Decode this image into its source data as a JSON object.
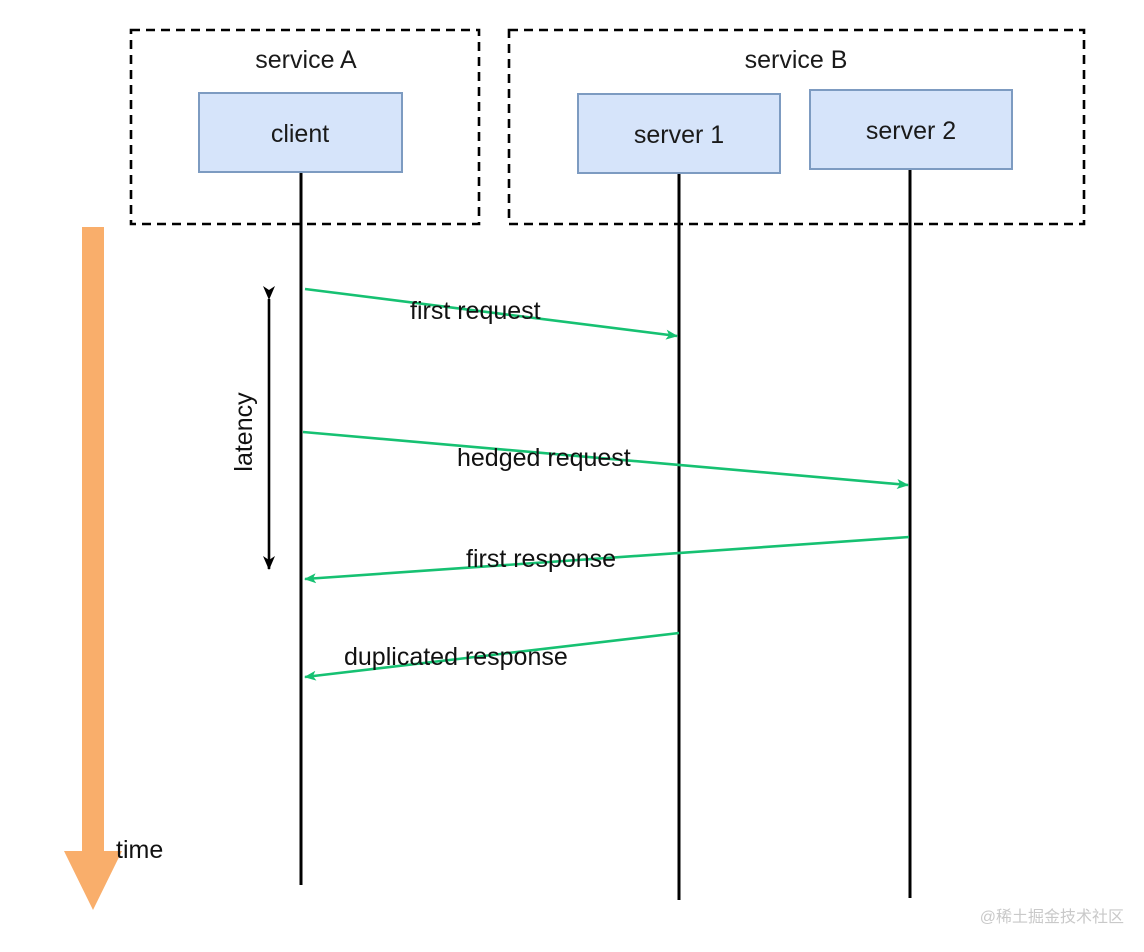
{
  "diagram": {
    "title": "hedged request sequence diagram",
    "colors": {
      "arrow_green": "#16C172",
      "lifeline_black": "#000000",
      "node_fill": "#D6E4FA",
      "node_stroke": "#7D9BC1",
      "group_border": "#000000",
      "time_arrow_orange": "#F9AE6B",
      "text": "#111111",
      "watermark": "#c9c9c9"
    },
    "groups": [
      {
        "id": "service-a",
        "label": "service A"
      },
      {
        "id": "service-b",
        "label": "service B"
      }
    ],
    "participants": [
      {
        "id": "client",
        "label": "client",
        "group": "service A"
      },
      {
        "id": "server-1",
        "label": "server 1",
        "group": "service B"
      },
      {
        "id": "server-2",
        "label": "server 2",
        "group": "service B"
      }
    ],
    "messages": [
      {
        "id": "first-request",
        "label": "first request",
        "from": "client",
        "to": "server 1",
        "direction": "right"
      },
      {
        "id": "hedged-request",
        "label": "hedged request",
        "from": "client",
        "to": "server 2",
        "direction": "right"
      },
      {
        "id": "first-response",
        "label": "first response",
        "from": "server 2",
        "to": "client",
        "direction": "left"
      },
      {
        "id": "duplicated-response",
        "label": "duplicated response",
        "from": "server 1",
        "to": "client",
        "direction": "left"
      }
    ],
    "annotations": [
      {
        "id": "latency",
        "label": "latency",
        "kind": "double-headed-vertical-arrow"
      },
      {
        "id": "time",
        "label": "time",
        "kind": "downward-block-arrow"
      }
    ],
    "watermark": "@稀土掘金技术社区"
  }
}
